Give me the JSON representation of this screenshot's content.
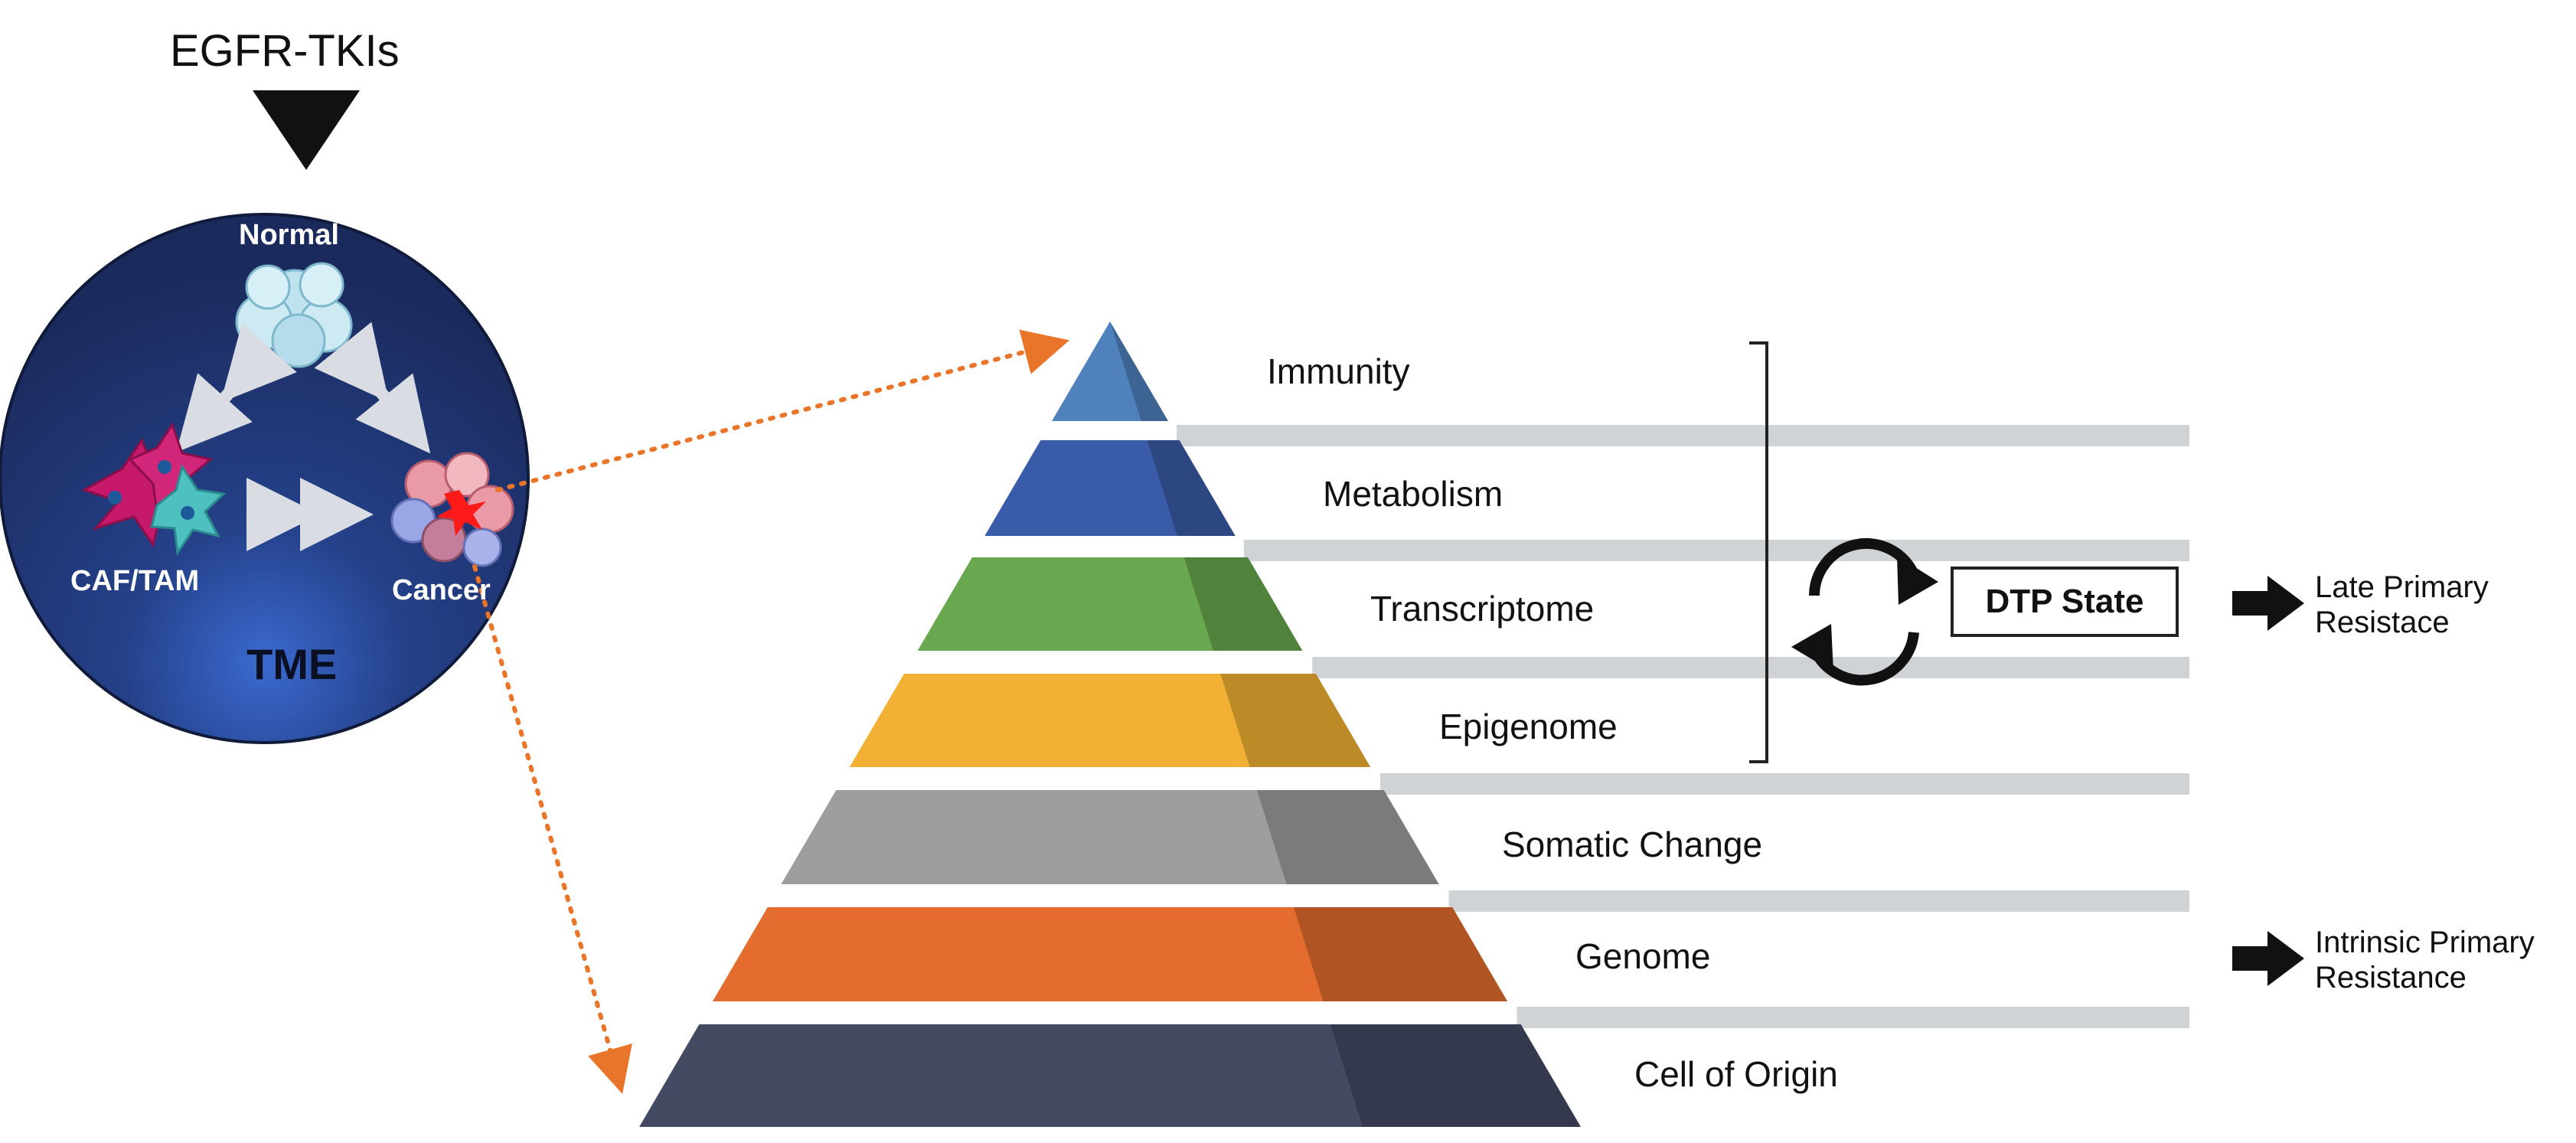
{
  "drug": {
    "label": "EGFR-TKIs"
  },
  "tme_circle": {
    "normal_label": "Normal",
    "caf_tam_label": "CAF/TAM",
    "cancer_label": "Cancer",
    "tme_label": "TME"
  },
  "pyramid": {
    "layers": [
      {
        "label": "Immunity",
        "color": "#4f81bd"
      },
      {
        "label": "Metabolism",
        "color": "#3a5ba8"
      },
      {
        "label": "Transcriptome",
        "color": "#6aa84f"
      },
      {
        "label": "Epigenome",
        "color": "#f2b134"
      },
      {
        "label": "Somatic Change",
        "color": "#9e9e9e"
      },
      {
        "label": "Genome",
        "color": "#e36c2e"
      },
      {
        "label": "Cell of Origin",
        "color": "#454a63"
      }
    ]
  },
  "dtp_state": {
    "label": "DTP State"
  },
  "outcomes": {
    "late": "Late Primary Resistace",
    "intrinsic": "Intrinsic Primary Resistance"
  },
  "colors": {
    "circle": "#1f2f63",
    "dotted_arrow": "#e8752a",
    "band": "#cfd3d6",
    "black": "#111111"
  }
}
